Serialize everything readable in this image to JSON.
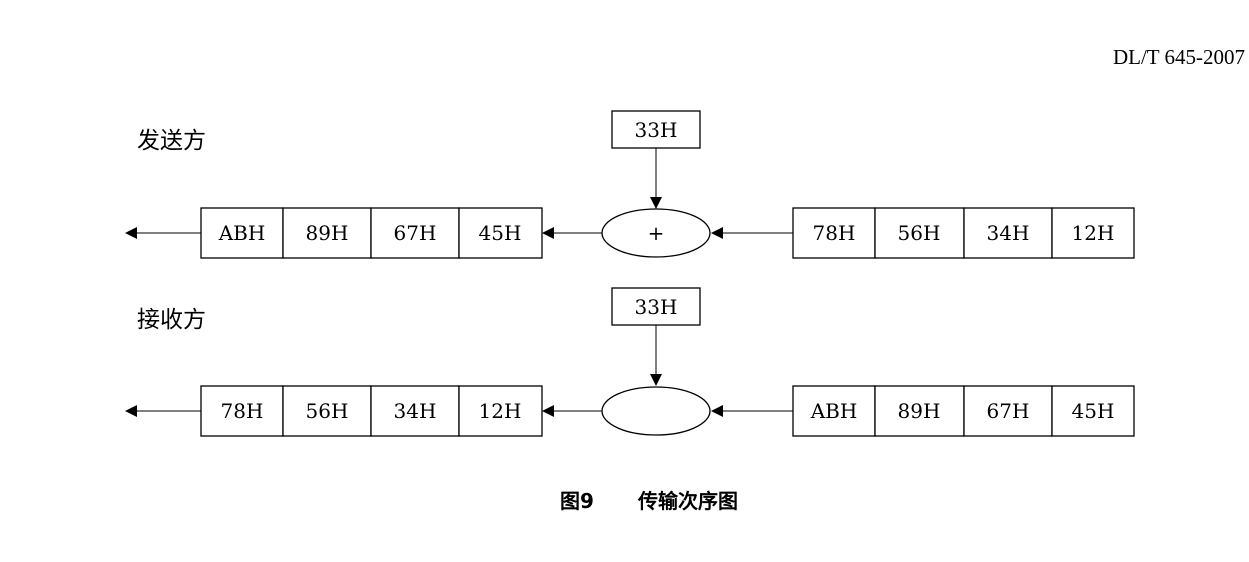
{
  "header": {
    "doc_id": "DL/T 645-2007"
  },
  "sender": {
    "label": "发送方",
    "add_value": "33H",
    "operator": "+",
    "input": [
      "78H",
      "56H",
      "34H",
      "12H"
    ],
    "output": [
      "ABH",
      "89H",
      "67H",
      "45H"
    ]
  },
  "receiver": {
    "label": "接收方",
    "sub_value": "33H",
    "operator": "",
    "input": [
      "ABH",
      "89H",
      "67H",
      "45H"
    ],
    "output": [
      "78H",
      "56H",
      "34H",
      "12H"
    ]
  },
  "caption": {
    "figure_no": "图9",
    "title": "传输次序图"
  }
}
